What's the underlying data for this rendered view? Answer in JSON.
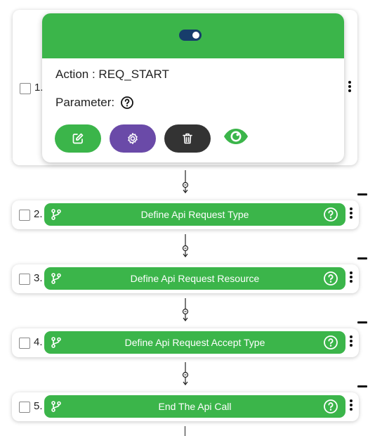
{
  "colors": {
    "green": "#3bb54a",
    "purple": "#6a4aa8",
    "dark": "#333333",
    "toggle": "#173d6b"
  },
  "start_step": {
    "number": "1.",
    "action_label": "Action : REQ_START",
    "parameter_label": "Parameter:",
    "toggle_on": true,
    "buttons": [
      {
        "name": "edit",
        "icon": "edit-icon"
      },
      {
        "name": "settings",
        "icon": "gear-icon"
      },
      {
        "name": "delete",
        "icon": "trash-icon"
      },
      {
        "name": "view",
        "icon": "eye-icon"
      }
    ]
  },
  "steps": [
    {
      "number": "2.",
      "label": "Define Api Request Type"
    },
    {
      "number": "3.",
      "label": "Define Api Request Resource"
    },
    {
      "number": "4.",
      "label": "Define Api Request Accept Type"
    },
    {
      "number": "5.",
      "label": "End The Api Call"
    }
  ]
}
